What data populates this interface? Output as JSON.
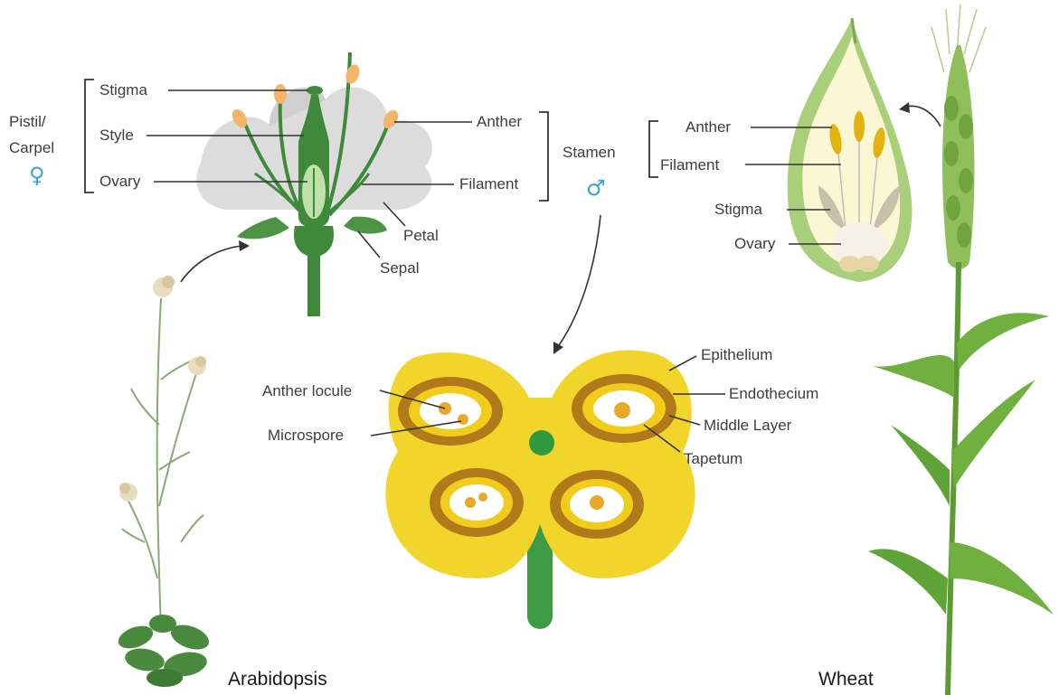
{
  "flower_labels": {
    "pistil": "Pistil/",
    "carpel": "Carpel",
    "female_symbol": "♀",
    "stigma": "Stigma",
    "style": "Style",
    "ovary": "Ovary",
    "anther": "Anther",
    "filament": "Filament",
    "petal": "Petal",
    "sepal": "Sepal",
    "stamen": "Stamen",
    "male_symbol": "♂"
  },
  "wheat_flower_labels": {
    "anther": "Anther",
    "filament": "Filament",
    "stigma": "Stigma",
    "ovary": "Ovary"
  },
  "anther_labels": {
    "anther_locule": "Anther locule",
    "microspore": "Microspore",
    "epithelium": "Epithelium",
    "endothecium": "Endothecium",
    "middle_layer": "Middle Layer",
    "tapetum": "Tapetum"
  },
  "plant_labels": {
    "arabidopsis": "Arabidopsis",
    "wheat": "Wheat"
  },
  "colors": {
    "stem_green": "#3f8a3a",
    "petal_grey": "#dcdcdc",
    "anther_yellow": "#f2cc1a",
    "anther_layer_brown": "#b07a1a",
    "wheat_green": "#8fbf5a"
  }
}
